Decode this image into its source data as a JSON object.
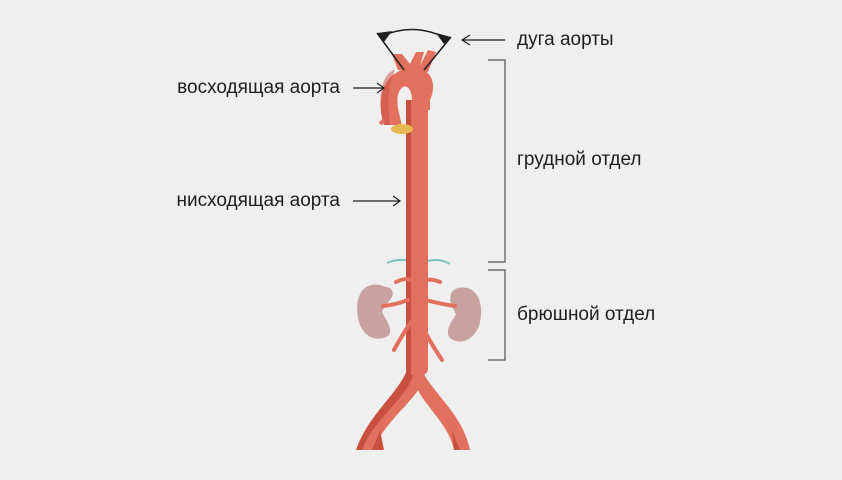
{
  "labels": {
    "arch": "дуга аорты",
    "ascending": "восходящая аорта",
    "descending": "нисходящая аорта",
    "thoracic": "грудной отдел",
    "abdominal": "брюшной отдел"
  },
  "colors": {
    "background": "#efefef",
    "aorta": "#e2705f",
    "aorta_shadow": "#c9503f",
    "kidney": "#c9a19e",
    "valve": "#e6b84f",
    "diaphragm": "#7cc4c0"
  }
}
